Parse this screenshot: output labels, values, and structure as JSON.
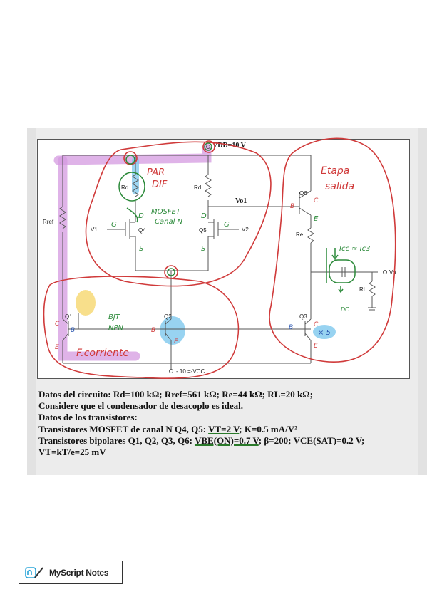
{
  "schematic": {
    "vdd": "VDD=10 V",
    "vcc": "- 10 =-VCC",
    "vo1": "Vo1",
    "vo": "Vo",
    "labels": {
      "rref": "Rref",
      "rd_left": "Rd",
      "rd_right": "Rd",
      "re": "Re",
      "rl": "RL",
      "q1": "Q1",
      "q2": "Q2",
      "q3": "Q3",
      "q4": "Q4",
      "q5": "Q5",
      "q6": "Q6",
      "v1": "V1",
      "v2": "V2"
    },
    "handwritten": {
      "par_dif": [
        "PAR",
        "DIF"
      ],
      "mosfet": [
        "MOSFET",
        "Canal N"
      ],
      "etapa": [
        "Etapa",
        "salida"
      ],
      "bjt": [
        "BJT",
        "NPN"
      ],
      "fcorriente": "F.corriente",
      "icc": "Icc ≈ Ic3",
      "dc": "DC",
      "x5": "× 5",
      "g_left": "G",
      "d_left": "D",
      "s_left": "S",
      "g_right": "G",
      "d_right": "D",
      "s_right": "S",
      "b_q6": "B",
      "c_q6": "C",
      "e_q6": "E",
      "c_q1": "C",
      "b_q1": "B",
      "e_q1": "E",
      "b_q2": "B",
      "e_q2": "E",
      "b_q3": "B",
      "c_q3": "C",
      "e_q3": "E"
    },
    "colors": {
      "ink_red": "#d03a3a",
      "ink_green": "#2c8a3a",
      "highlight_purple": "#d49ae0",
      "highlight_blue": "#7ec8ee",
      "highlight_yellow": "#f5d25a",
      "ink_blue": "#2a56b0"
    }
  },
  "text": {
    "line1": "Datos del circuito: Rd=100 kΩ; Rref=561 kΩ; Re=44 kΩ; RL=20 kΩ;",
    "line2": "Considere que el condensador de desacoplo es ideal.",
    "line3": "Datos de los transistores:",
    "line4_pre": "Transistores MOSFET de canal N Q4, Q5: ",
    "line4_vt": "VT=2 V",
    "line4_post": "; K=0.5 mA/V²",
    "line5_pre": "Transistores bipolares Q1, Q2, Q3, Q6: ",
    "line5_vbe": "VBE(ON)=0.7 V",
    "line5_post": "; β=200; VCE(SAT)=0.2 V;",
    "line6": "VT=kT/e=25 mV"
  },
  "logo": {
    "icon": "myscript-logo-icon",
    "text": "MyScript Notes"
  }
}
